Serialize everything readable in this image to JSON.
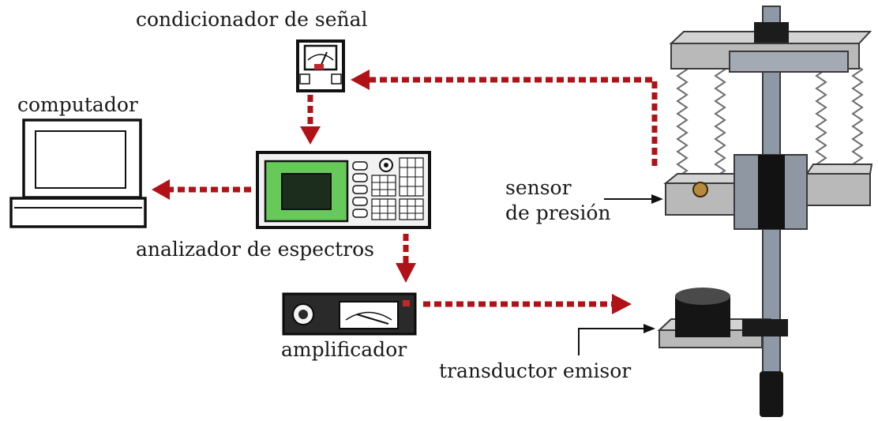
{
  "labels": {
    "signal_conditioner": "condicionador de señal",
    "computer": "computador",
    "spectrum_analyzer": "analizador de espectros",
    "amplifier": "amplificador",
    "pressure_sensor_line1": "sensor",
    "pressure_sensor_line2": "de presión",
    "emitter_transducer": "transductor emisor"
  },
  "colors": {
    "signal_path": "#b01217",
    "analyzer_screen": "#66c95a",
    "equipment_outline": "#111111"
  }
}
